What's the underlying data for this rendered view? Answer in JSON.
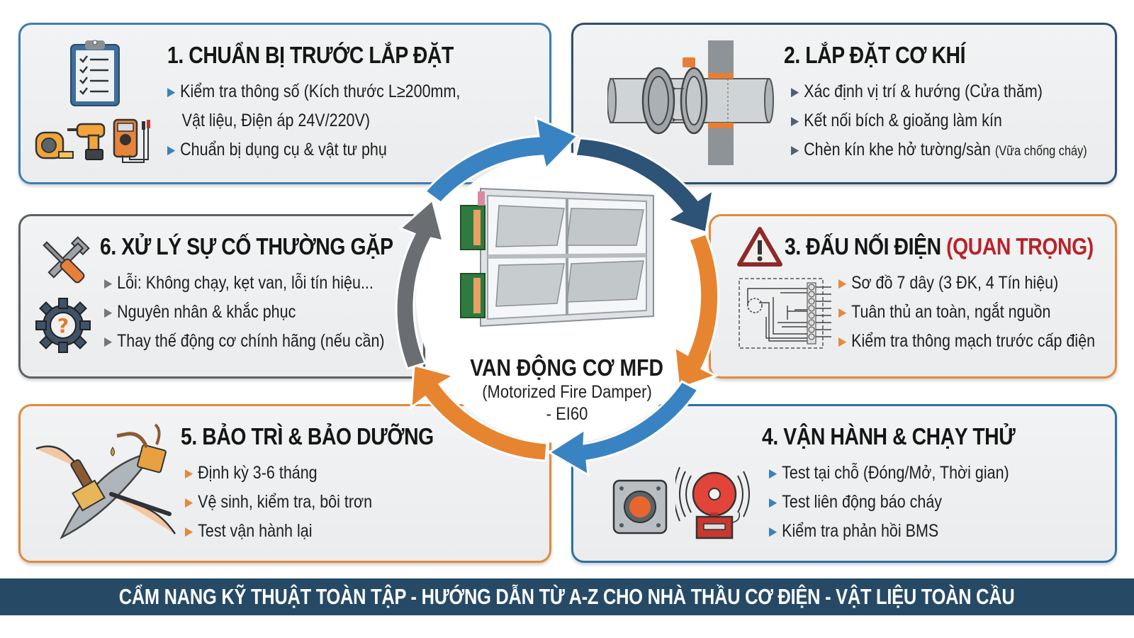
{
  "colors": {
    "blue": "#3b7fb6",
    "navy": "#2f4f6b",
    "orange": "#e38a3c",
    "gray": "#5d6166",
    "red_emphasis": "#b8232a",
    "footer_bg": "#264a66"
  },
  "center": {
    "title": "VAN ĐỘNG CƠ MFD",
    "subtitle": "(Motorized Fire Damper)",
    "rating": "- EI60",
    "image": "motorized-fire-damper"
  },
  "steps": [
    {
      "number": "1.",
      "title": "CHUẨN BỊ TRƯỚC LẮP ĐẶT",
      "icons": [
        "clipboard-checklist-icon",
        "tape-measure-icon",
        "drill-icon",
        "multimeter-icon"
      ],
      "bullets": [
        "Kiểm tra thông số (Kích thước L≥200mm,",
        "Vật liệu, Điện áp 24V/220V)",
        "Chuẩn bị dụng cụ & vật tư phụ"
      ]
    },
    {
      "number": "2.",
      "title": "LẮP ĐẶT CƠ KHÍ",
      "icons": [
        "duct-flange-wall-icon"
      ],
      "bullets": [
        "Xác định vị trí & hướng (Cửa thăm)",
        "Kết nối bích & gioăng làm kín",
        "Chèn kín khe hở tường/sàn"
      ],
      "bullet3_note": "(Vữa chống cháy)"
    },
    {
      "number": "3.",
      "title": "ĐẤU NỐI ĐIỆN",
      "title_emphasis": "(QUAN TRỌNG)",
      "icons": [
        "warning-icon",
        "wiring-diagram-icon"
      ],
      "bullets": [
        "Sơ đồ 7 dây (3 ĐK, 4 Tín hiệu)",
        "Tuân thủ an toàn, ngắt nguồn",
        "Kiểm tra thông mạch trước cấp điện"
      ]
    },
    {
      "number": "4.",
      "title": "VẬN HÀNH & CHẠY THỬ",
      "icons": [
        "push-button-icon",
        "fire-alarm-bell-icon"
      ],
      "bullets": [
        "Test tại chỗ (Đóng/Mở, Thời gian)",
        "Test liên động báo cháy",
        "Kiểm tra phản hồi BMS"
      ]
    },
    {
      "number": "5.",
      "title": "BẢO TRÌ & BẢO DƯỠNG",
      "icons": [
        "cleaning-brush-oil-can-icon"
      ],
      "bullets": [
        "Định kỳ 3-6 tháng",
        "Vệ sinh, kiểm tra, bôi trơn",
        "Test vận hành lại"
      ]
    },
    {
      "number": "6.",
      "title": "XỬ LÝ SỰ CỐ THƯỜNG GẶP",
      "icons": [
        "wrench-screwdriver-icon",
        "gear-question-icon"
      ],
      "bullets": [
        "Lỗi: Không chạy, kẹt van, lỗi tín hiệu...",
        "Nguyên nhân & khắc phục",
        "Thay thế động cơ chính hãng (nếu cần)"
      ]
    }
  ],
  "footer": {
    "text": "CẨM NANG KỸ THUẬT TOÀN TẬP - HƯỚNG DẪN TỪ A-Z CHO NHÀ THẦU CƠ ĐIỆN - VẬT LIỆU TOÀN CẦU"
  },
  "bullet_glyph": "▶"
}
